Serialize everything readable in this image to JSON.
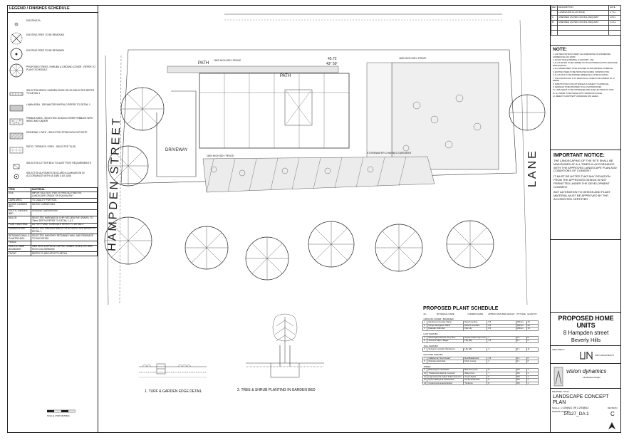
{
  "legend": {
    "title": "LEGEND / FINISHES SCHEDULE",
    "items": [
      {
        "icon": "existing-tree-icon",
        "text": "EXISTING PL."
      },
      {
        "icon": "tree-removed-icon",
        "text": "EXISTING TREE TO BE REMOVED"
      },
      {
        "icon": "tree-retained-icon",
        "text": "EXISTING TREE TO BE RETAINED"
      },
      {
        "icon": "proposed-tree-icon",
        "text": "PROPOSED TREES, SHRUBS & GROUND COVER - REFER TO PLANT SCHEDULE"
      },
      {
        "icon": "garden-edge-icon",
        "text": "SELECTED BRICK GARDEN EDGE OR AS SELECTED REFER TO DETAIL 1"
      },
      {
        "icon": "lawn-area-icon",
        "text": "LAWN AREA - SIR WALTER BUFFALO REFER TO DETAIL 1"
      },
      {
        "icon": "pebble-area-icon",
        "text": "PEBBLE AREA - SELECTED 40-50mm RIVER PEBBLES WITH WEED MAT UNDER"
      },
      {
        "icon": "driveway-icon",
        "text": "DRIVEWAY / PATH - SELECTED STENCILED EXPOSITE"
      },
      {
        "icon": "patio-icon",
        "text": "PATIO / TERRACE / PATH - SELECTED TILED"
      },
      {
        "icon": "letterbox-icon",
        "text": "SELECTED LETTER BOX TO AUST POST REQUIREMENTS"
      },
      {
        "icon": "bollard-icon",
        "text": "SELECTED AUTOMATIC BOLLARD ILLUMINATION IN ACCORDANCE WITH AS 1580 & AS 1158"
      }
    ]
  },
  "materials": {
    "headers": [
      "ITEM",
      "MATERIAL"
    ],
    "rows": [
      [
        "SOIL",
        "IMPORT ALL SOIL THAT IS FREE ALLY NATIVE, LANDSCAPE GRADE OR EQUIVALENT"
      ],
      [
        "LAWN AREA",
        "TO QUALITY FOR SOIL"
      ],
      [
        "NATIVE GARDEN BED",
        "NATIVE GARDEN MIX"
      ],
      [
        "EXOTIC GARDEN BED",
        "ORGANIC GARDEN MIX"
      ],
      [
        "MULCH",
        "SELECTED HARDWOOD CHIP DECORATIVE GRAVEL TO 75mm DEPTH REFER TO DETAIL 1 & 2"
      ],
      [
        "PLANT MATERIAL",
        "AS PER PLANT SCHEDULE REFER TO DETAIL 2"
      ],
      [
        "GARDEN EDGE",
        "SELECTED PRESSED BRICK OR AS SELECTED REFER TO DETAIL 1"
      ],
      [
        "RETAINING WALL & PLANTER BOX",
        "SELECTED MASONRY RETAINING WALL AND DRAINAGE TO ENG DETAIL"
      ],
      [
        "FENCE",
        ""
      ],
      [
        "SIDES & REAR BOUNDARY",
        "1800 HIGH LAPPED & CAPPED TIMBER FENCE OR 1800 HIGH COLOURBOND"
      ],
      [
        "FRONT",
        "REFER TO ARCHITECT'S DETAIL"
      ]
    ]
  },
  "plan": {
    "street_left": "HAMPDEN STREET",
    "street_right": "LANE",
    "driveway": "DRIVEWAY",
    "path1": "PATH",
    "path2": "PATH",
    "fence_top_left": "1800 HIGH BDY FENCE",
    "fence_top_right": "1800 HIGH BDY FENCE",
    "fence_mid": "1800 HIGH BDY FENCE",
    "dimension": "45.72",
    "bearing": "43° 59'",
    "stormwater": "STORMWATER CHANNEL EASEMENT"
  },
  "plant_schedule": {
    "title": "PROPOSED PLANT SCHEDULE",
    "headers": [
      "No.",
      "BOTANICAL NAME",
      "COMMON NAME",
      "APPROX MATURED HEIGHT",
      "POT SIZE",
      "QUANTITY"
    ],
    "groups": [
      {
        "name": "GROUND COVER / BOARDER",
        "rows": [
          [
            "1",
            "Nandina domestica 'Nana'",
            "Dwarf nandina",
            "0.5",
            "200mm",
            "20"
          ],
          [
            "2",
            "Liriope 'Evergreen Giant'",
            "Dwarf Lomandra",
            "0.5",
            "150mm",
            "25"
          ],
          [
            "3",
            "Dianella 'Little Rev'",
            "Flax Lily",
            "0.5",
            "150mm",
            "15"
          ]
        ]
      },
      {
        "name": "LOW SHRUBS",
        "rows": [
          [
            "4",
            "Westringia fruticosa 'Grey Box'",
            "Purple-leafed Hop bush",
            "1",
            "0.1",
            "8"
          ],
          [
            "5",
            "Acmena 'Allyn's Magic'",
            "Lilly pilly",
            "1.5",
            "0.1",
            "6"
          ]
        ]
      },
      {
        "name": "TALL SHRUBS",
        "rows": [
          [
            "6",
            "Syzygium australe 'Resilience'",
            "Lilly pilly",
            "4",
            "0.1",
            "11"
          ]
        ]
      },
      {
        "name": "FEATURE SHRUBS",
        "rows": [
          [
            "7",
            "Callistemon 'Red Cluster'",
            "Red Bottlebrush",
            "1.5",
            "0.1",
            "6"
          ],
          [
            "8",
            "Murraya paniculata",
            "Mock orange",
            "2",
            "0.1",
            "8"
          ]
        ]
      },
      {
        "name": "TREES",
        "rows": [
          [
            "9",
            "Elaeocarpus reticulatus",
            "Blue berry ash",
            "8",
            "25 l",
            "1"
          ],
          [
            "10",
            "Tristaniopsis laurina 'Luscious'",
            "Water Gum",
            "7",
            "25 l",
            "2"
          ],
          [
            "11",
            "Lagerstroemia indica 'Indian Summer'",
            "Crepe Myrtle",
            "6",
            "25 l",
            "1"
          ],
          [
            "12",
            "Pyrus calleryana 'Chanticleer'",
            "Ornamental Pear",
            "8",
            "25 l",
            "2"
          ],
          [
            "13",
            "Cupaniopsis anacardioides",
            "Tuckeroo",
            "8",
            "25 l",
            "1"
          ]
        ]
      }
    ]
  },
  "details": {
    "d1": "1. TURF & GARDEN EDGE DETAIL",
    "d2": "2. TREE & SHRUB PLANTING IN GARDEN BED",
    "scale": "SCALE 1:500 METRES"
  },
  "titleblock": {
    "revision_headers": [
      "REV",
      "DESCRIPTION",
      "DATE"
    ],
    "revisions": [
      [
        "",
        "LANDSCAPE PLAN ISSUE",
        "4.7.11"
      ],
      [
        "A",
        "AMENDED AS PER COUNCIL REQUEST",
        "4.8.11"
      ],
      [
        "B",
        "AMENDED AS PER COUNCIL REQUEST",
        "3.2.12"
      ]
    ],
    "notes_title": "NOTE:",
    "notes": [
      "1. CONTRACTOR MUST VERIFY ALL DIMENSIONS ON SITE BEFORE COMMENCING ANY WORK.",
      "2. DO NOT SCALE DRAWING, IF IN DOUBT - ASK.",
      "3. ALL PLANTING TO BE CARRIED OUT IN ACCORDANCE WITH LANDSCAPE SPECIFICATION.",
      "4. ALL GARDEN BEDS TO BE MULCHED AS PER MATERIAL SCHEDULE.",
      "5. EXISTING TREES TO BE PROTECTED DURING CONSTRUCTION.",
      "6. ALL PLANTS TO BE WATERED IMMEDIATELY AFTER PLANTING.",
      "7. THE CONTRACTOR IS TO MAINTAIN ALL WORKS FOR A PERIOD OF 12 WEEKS.",
      "8. SUBSTITUTION OF PLANT SPECIES IS SUBJECT TO APPROVAL.",
      "9. DRAINAGE TO BE PROVIDED TO ALL PLANTER BOXES.",
      "10. LAWN AREAS TO BE TOPDRESSED AND LEVELLED PRIOR TO TURF.",
      "11. ALL TREES TO BE STAKED WITH HARDWOOD STAKES.",
      "12. REFER TO ARCHITECT'S DRAWINGS FOR LEVELS."
    ],
    "important_title": "IMPORTANT NOTICE:",
    "important": [
      "THE LANDSCAPING OF THE SITE SHALL BE MAINTAINED AT ALL TIMES IN ACCORDANCE WITH THE APPROVED LANDSCAPE PLAN AND CONDITIONS OF CONSENT",
      "IT MUST BE NOTED THAT ANY DEVIATION FROM THE APPROVED DESIGN IS NOT PERMITTED UNDER THE DEVELOPMENT CONSENT",
      "ANY ALTERATION TO DESIGN AND PLANT MATERIAL MUST BE APPROVED BY THE ACCREDITED CERTIFIER"
    ],
    "project_line1": "PROPOSED HOME UNITS",
    "project_line2": "8 Hampden street",
    "project_line3": "Beverly Hills",
    "architect_label": "ARCHITECT:",
    "architect_name": "UNIT ARCHITECTS",
    "consultant_name": "vision dynamics",
    "consultant_sub": "Landscape Design",
    "drawing_title_label": "DRAWING TITLE:",
    "drawing_title": "LANDSCAPE CONCEPT PLAN",
    "scale_label": "SCALE:",
    "scale_value": "1:100@A1 OR 1:200@A3",
    "drawing_number_label": "DRAWING NUMBER:",
    "drawing_number": "14127_DA 1",
    "revision_label": "REVISION",
    "revision_value": "C"
  }
}
